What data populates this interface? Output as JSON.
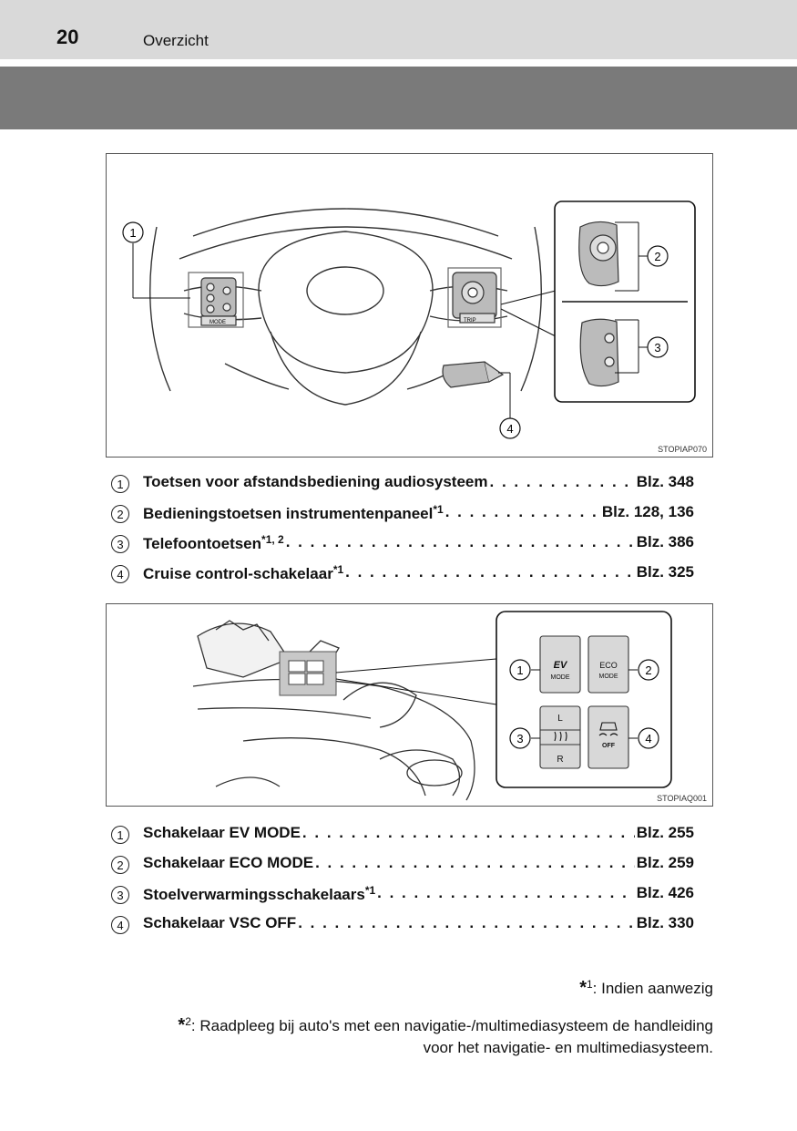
{
  "header": {
    "page_number": "20",
    "section_title": "Overzicht"
  },
  "figure1": {
    "code": "STOPIAP070",
    "callouts": [
      "1",
      "2",
      "3",
      "4"
    ],
    "switch_labels": {
      "mode": "MODE",
      "trip": "TRIP"
    }
  },
  "list1": [
    {
      "num": "1",
      "label": "Toetsen voor afstandsbediening audiosysteem",
      "sup": "",
      "page": "Blz. 348"
    },
    {
      "num": "2",
      "label": "Bedieningstoetsen instrumentenpaneel",
      "sup": "*1",
      "page": "Blz. 128, 136"
    },
    {
      "num": "3",
      "label": "Telefoontoetsen",
      "sup": "*1, 2",
      "page": "Blz. 386"
    },
    {
      "num": "4",
      "label": "Cruise control-schakelaar",
      "sup": "*1",
      "page": "Blz. 325"
    }
  ],
  "figure2": {
    "code": "STOPIAQ001",
    "callouts": [
      "1",
      "2",
      "3",
      "4"
    ],
    "buttons": {
      "ev_top": "EV",
      "ev_bottom": "MODE",
      "eco_top": "ECO",
      "eco_bottom": "MODE",
      "seat_left": "L",
      "seat_right": "R",
      "vsc_off": "OFF"
    }
  },
  "list2": [
    {
      "num": "1",
      "label": "Schakelaar EV MODE",
      "sup": "",
      "page": "Blz. 255"
    },
    {
      "num": "2",
      "label": "Schakelaar ECO MODE",
      "sup": "",
      "page": "Blz. 259"
    },
    {
      "num": "3",
      "label": "Stoelverwarmingsschakelaars",
      "sup": "*1",
      "page": "Blz. 426"
    },
    {
      "num": "4",
      "label": "Schakelaar VSC OFF",
      "sup": "",
      "page": "Blz. 330"
    }
  ],
  "footnotes": [
    {
      "mark": "*",
      "num": "1",
      "text": ": Indien aanwezig"
    },
    {
      "mark": "*",
      "num": "2",
      "text": ": Raadpleeg bij auto's met een navigatie-/multimediasysteem de handleiding voor het navigatie- en multimediasysteem."
    }
  ]
}
